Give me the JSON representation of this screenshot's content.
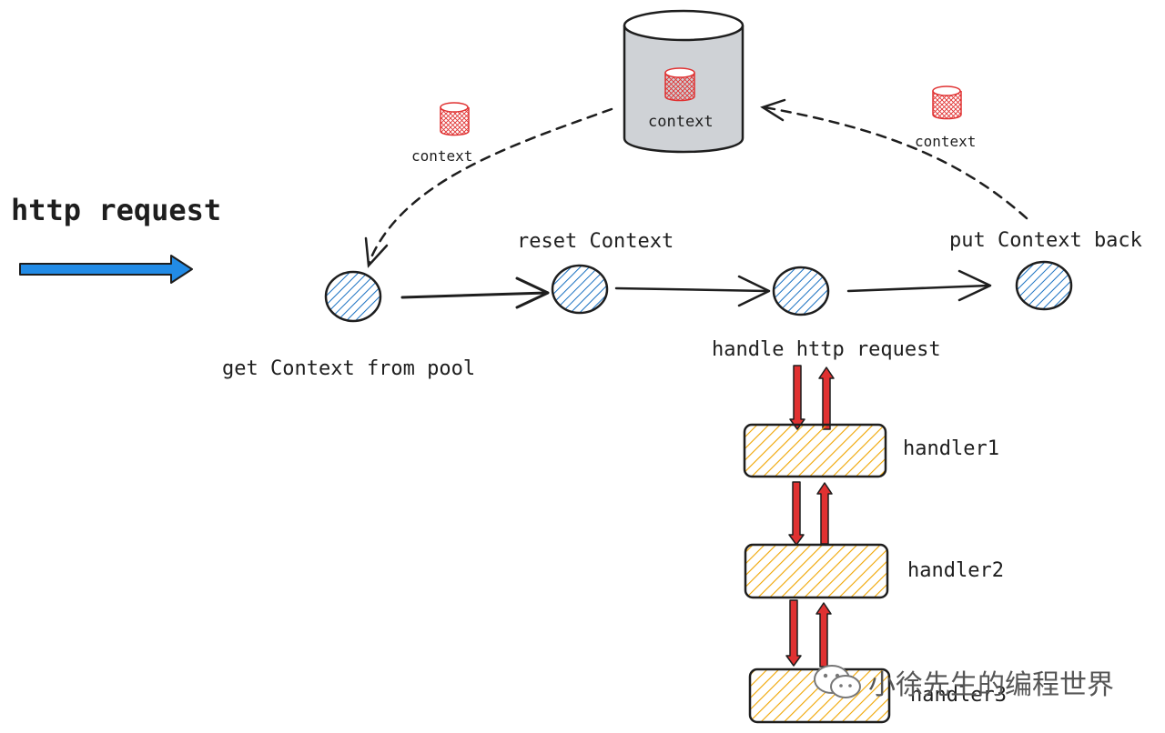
{
  "title": "http request",
  "store": {
    "label": "context"
  },
  "floating_contexts": [
    {
      "label": "context"
    },
    {
      "label": "context"
    }
  ],
  "steps": [
    {
      "label": "get Context from pool"
    },
    {
      "label": "reset Context"
    },
    {
      "label": "handle http request"
    },
    {
      "label": "put Context back"
    }
  ],
  "handlers": [
    {
      "label": "handler1"
    },
    {
      "label": "handler2"
    },
    {
      "label": "handler3"
    }
  ],
  "watermark": {
    "text": "小徐先生的编程世界",
    "icon": "wechat-icon"
  },
  "colors": {
    "stroke": "#1e1e1e",
    "blue_fill": "#1971c2",
    "blue_arrow": "#228be6",
    "red_fill": "#e03131",
    "yellow_fill": "#f5b72e",
    "cylinder_fill": "#cfd2d6"
  }
}
